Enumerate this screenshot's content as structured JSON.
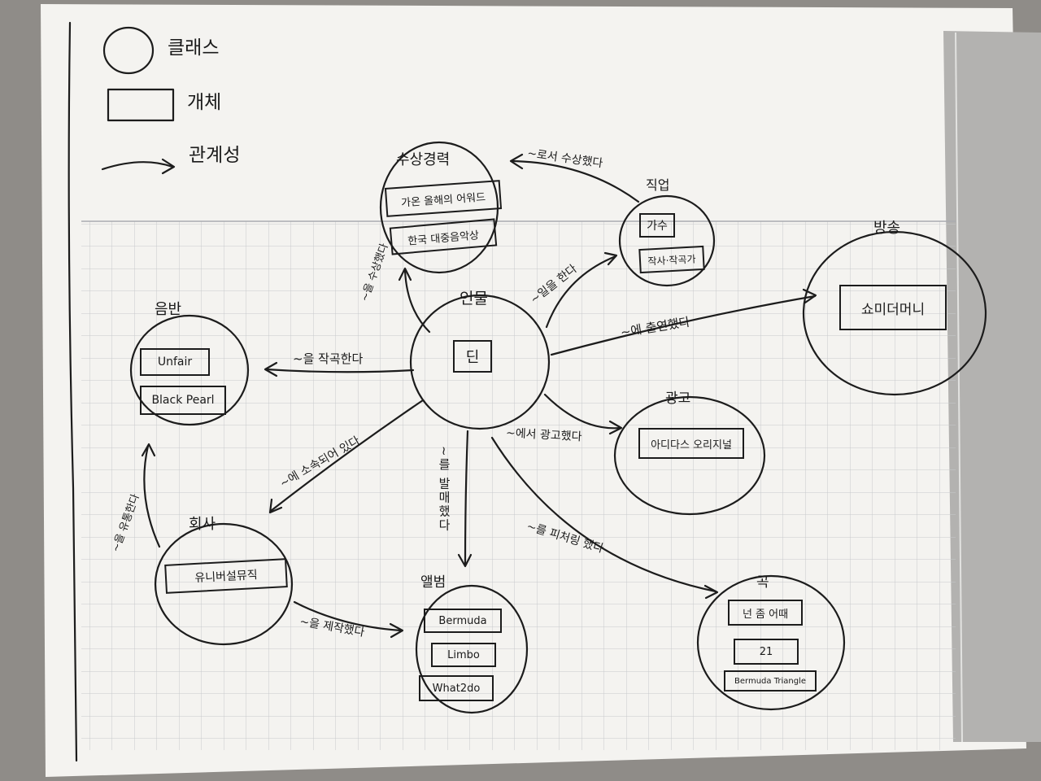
{
  "legend": {
    "class": "클래스",
    "object": "개체",
    "relation": "관계성"
  },
  "classes": {
    "award": "수상경력",
    "job": "직업",
    "broadcast": "방송",
    "person": "인물",
    "album_record": "음반",
    "ad": "광고",
    "company": "회사",
    "album": "앨범",
    "song": "곡"
  },
  "objects": {
    "award_1": "가온 올해의 어워드",
    "award_2": "한국 대중음악상",
    "job_1": "가수",
    "job_2": "작사·작곡가",
    "broadcast_1": "쇼미더머니",
    "person_1": "딘",
    "record_1": "Unfair",
    "record_2": "Black Pearl",
    "ad_1": "아디다스 오리지널",
    "company_1": "유니버설뮤직",
    "album_1": "Bermuda",
    "album_2": "Limbo",
    "album_3": "What2do",
    "song_1": "넌 좀 어때",
    "song_2": "21",
    "song_3": "Bermuda Triangle"
  },
  "relations": {
    "won_by_job": "~로서 수상했다",
    "won": "~을 수상했다",
    "does_job": "~일을 한다",
    "appeared": "~에 출연했다",
    "composed": "~을 작곡한다",
    "ad_appeared": "~에서 광고했다",
    "belongs": "~에 소속되어 있다",
    "released": "~를 발매했다",
    "featured": "~를 피처링 했다",
    "distributed": "~을 유통한다",
    "produced": "~을 제작했다"
  }
}
